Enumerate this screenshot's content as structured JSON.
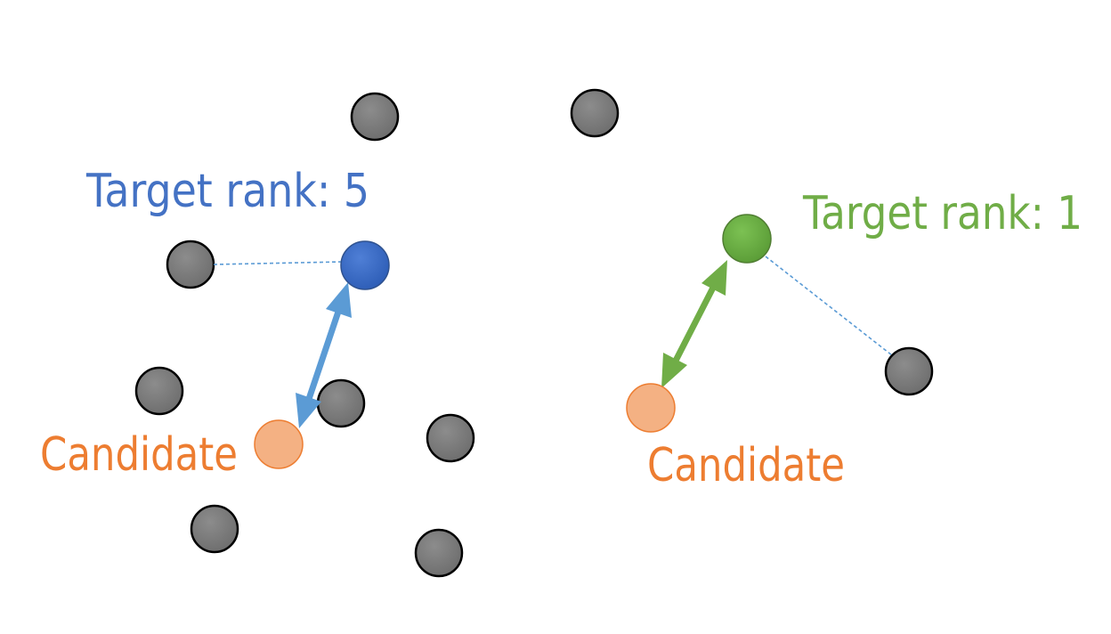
{
  "labels": {
    "left_target": "Target rank: 5",
    "right_target": "Target rank: 1",
    "left_candidate": "Candidate",
    "right_candidate": "Candidate"
  },
  "colors": {
    "neighbor_fill": "#7f7f7f",
    "neighbor_stroke": "#000000",
    "left_target_fill": "#4472c4",
    "left_target_text": "#4472c4",
    "left_arrow": "#5b9bd5",
    "right_target_fill": "#70ad47",
    "right_target_text": "#70ad47",
    "right_arrow": "#70ad47",
    "candidate_fill": "#f4b183",
    "candidate_stroke": "#ed7d31",
    "candidate_text": "#ed7d31",
    "dashed_line": "#5b9bd5"
  },
  "icons": {
    "neighbor": "gray-circle",
    "target": "filled-circle",
    "candidate": "filled-circle",
    "distance": "double-headed-arrow",
    "rank_boundary": "dashed-line"
  }
}
